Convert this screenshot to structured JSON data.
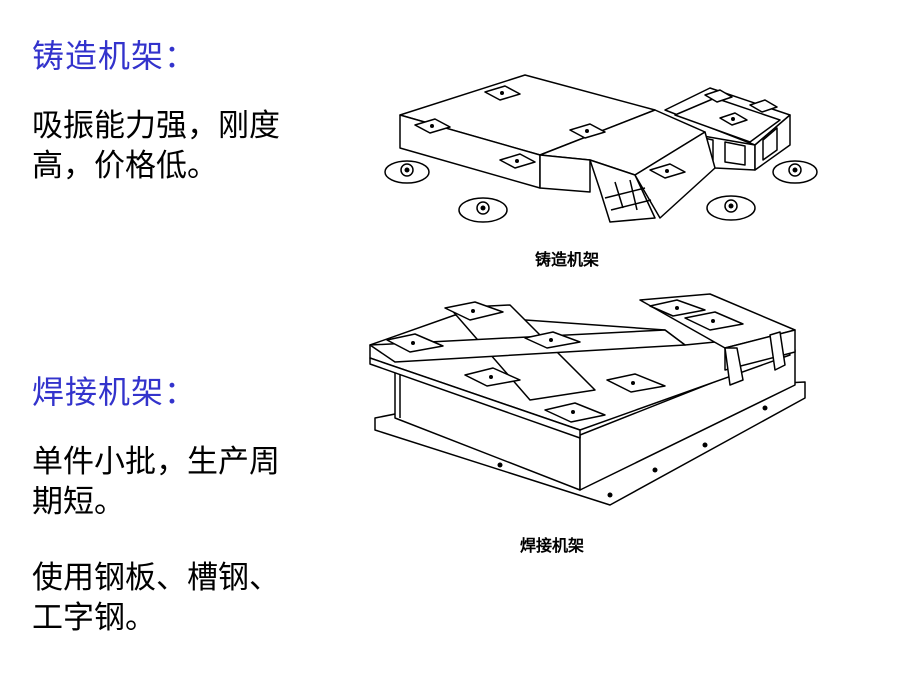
{
  "section_cast": {
    "heading": "铸造机架：",
    "body": "吸振能力强，刚度\n高，价格低。",
    "figure_caption": "铸造机架"
  },
  "section_weld": {
    "heading": "焊接机架：",
    "body1": "单件小批，生产周\n期短。",
    "body2": "使用钢板、槽钢、\n工字钢。",
    "figure_caption": "焊接机架"
  },
  "colors": {
    "heading": "#3333cc",
    "text": "#000000",
    "background": "#ffffff"
  }
}
